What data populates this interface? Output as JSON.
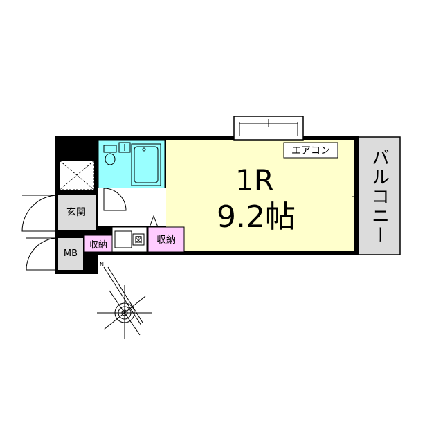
{
  "rooms": {
    "main_type": "1R",
    "main_size": "9.2帖",
    "aircon": "エアコン",
    "balcony": "バルコニー",
    "entrance": "玄関",
    "mb": "MB",
    "storage_small": "収納",
    "storage_large": "収納",
    "fridge_symbol": "図"
  },
  "compass": {
    "north_label": "N"
  },
  "colors": {
    "room_fill": "#ffffcc",
    "bath_fill": "#99ffff",
    "storage_fill": "#ffccff",
    "balcony_fill": "#dcdcdc",
    "entrance_fill": "#dcdcdc",
    "wall": "#000000"
  }
}
